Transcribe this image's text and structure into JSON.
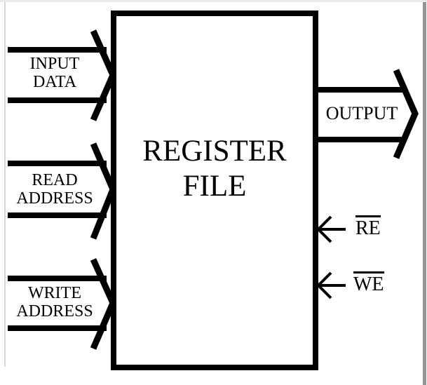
{
  "diagram": {
    "block": {
      "title_line1": "REGISTER",
      "title_line2": "FILE"
    },
    "inputs": [
      {
        "line1": "INPUT",
        "line2": "DATA"
      },
      {
        "line1": "READ",
        "line2": "ADDRESS"
      },
      {
        "line1": "WRITE",
        "line2": "ADDRESS"
      }
    ],
    "output": {
      "label": "OUTPUT"
    },
    "controls": [
      {
        "label": "RE",
        "overline": true
      },
      {
        "label": "WE",
        "overline": true
      }
    ],
    "colors": {
      "ink": "#000000",
      "background": "#ffffff",
      "frame_top": "#e9e9e9",
      "frame_left": "#d8d8d8",
      "frame_right": "#949494"
    }
  }
}
